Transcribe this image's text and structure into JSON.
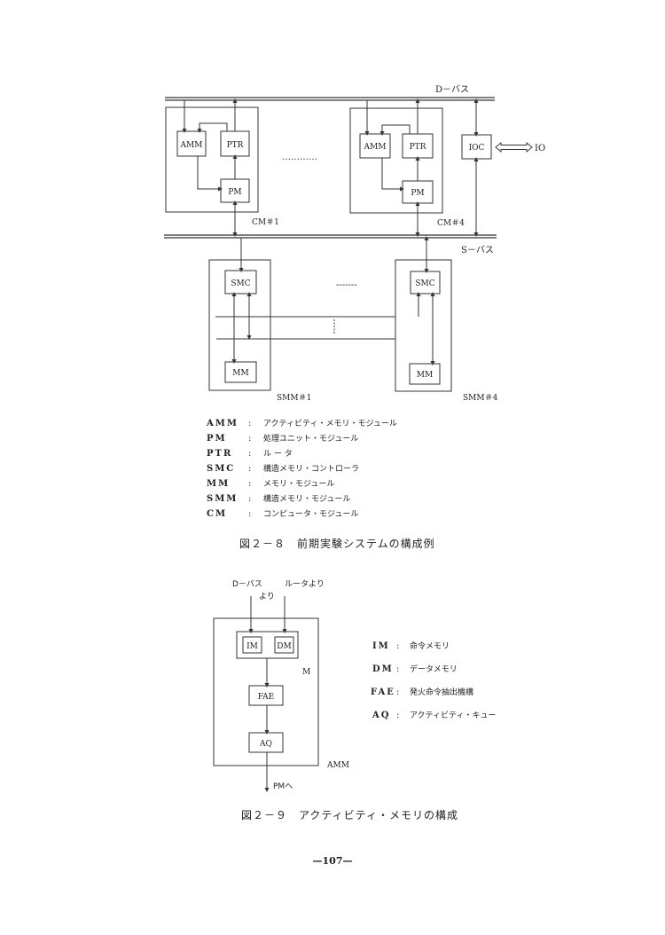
{
  "figure_2_8": {
    "buses": {
      "d_bus": "D－バス",
      "s_bus": "S－バス"
    },
    "computer_modules": [
      {
        "label": "CM＃1",
        "amm": "AMM",
        "ptr": "PTR",
        "pm": "PM"
      },
      {
        "label": "CM＃4",
        "amm": "AMM",
        "ptr": "PTR",
        "pm": "PM"
      }
    ],
    "cm_ellipsis": "…………",
    "ioc": "IOC",
    "io": "IO",
    "structure_memory_modules": [
      {
        "label": "SMM＃1",
        "smc": "SMC",
        "mm": "MM"
      },
      {
        "label": "SMM＃4",
        "smc": "SMC",
        "mm": "MM"
      }
    ],
    "smm_ellipsis": "-------",
    "vertical_ellipsis": "⋮",
    "legend": [
      {
        "key": "AMM",
        "sep": ":",
        "desc": "アクティビティ・メモリ・モジュール"
      },
      {
        "key": "PM",
        "sep": ":",
        "desc": "処理ユニット・モジュール"
      },
      {
        "key": "PTR",
        "sep": ":",
        "desc": "ル ー タ"
      },
      {
        "key": "SMC",
        "sep": ":",
        "desc": "構造メモリ・コントローラ"
      },
      {
        "key": "MM",
        "sep": ":",
        "desc": "メモリ・モジュール"
      },
      {
        "key": "SMM",
        "sep": ":",
        "desc": "構造メモリ・モジュール"
      },
      {
        "key": "CM",
        "sep": ":",
        "desc": "コンピュータ・モジュール"
      }
    ],
    "caption": "図２－８　前期実験システムの構成例"
  },
  "figure_2_9": {
    "input_d_bus_line1": "D－バス",
    "input_d_bus_line2": "より",
    "input_router": "ルータより",
    "im": "IM",
    "dm": "DM",
    "m_label": "M",
    "fae": "FAE",
    "aq": "AQ",
    "amm_label": "AMM",
    "output": "PMへ",
    "legend": [
      {
        "key": "IM",
        "sep": ":",
        "desc": "命令メモリ"
      },
      {
        "key": "DM",
        "sep": ":",
        "desc": "データメモリ"
      },
      {
        "key": "FAE",
        "sep": ":",
        "desc": "発火命令抽出機構"
      },
      {
        "key": "AQ",
        "sep": ":",
        "desc": "アクティビティ・キュー"
      }
    ],
    "caption": "図２－９　アクティビティ・メモリの構成"
  },
  "page_number": "—107—"
}
